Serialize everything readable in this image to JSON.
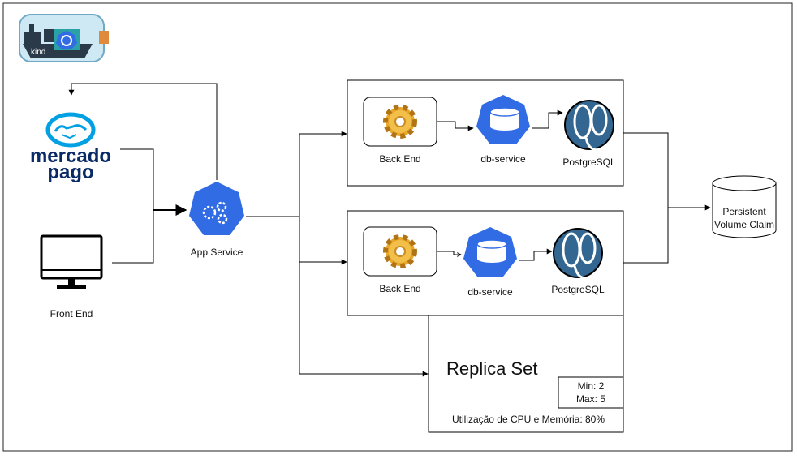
{
  "nodes": {
    "kind_logo_text": "kind",
    "mercado_pago_line1": "mercado",
    "mercado_pago_line2": "pago",
    "front_end": "Front End",
    "app_service": "App Service",
    "replica_1": {
      "backend": "Back End",
      "db_service": "db-service",
      "postgres": "PostgreSQL"
    },
    "replica_2": {
      "backend": "Back End",
      "db_service": "db-service",
      "postgres": "PostgreSQL"
    },
    "pvc_line1": "Persistent",
    "pvc_line2": "Volume Claim",
    "replica_set_title": "Replica Set",
    "replica_min": "Min: 2",
    "replica_max": "Max: 5",
    "replica_usage": "Utilização de CPU e Memória: 80%"
  },
  "colors": {
    "k8s_blue": "#326CE5",
    "mercado_pago_blue": "#00A0E3",
    "mercado_pago_navy": "#0A2A66",
    "postgres_blue": "#336791",
    "gear_gold": "#E9A82A"
  }
}
